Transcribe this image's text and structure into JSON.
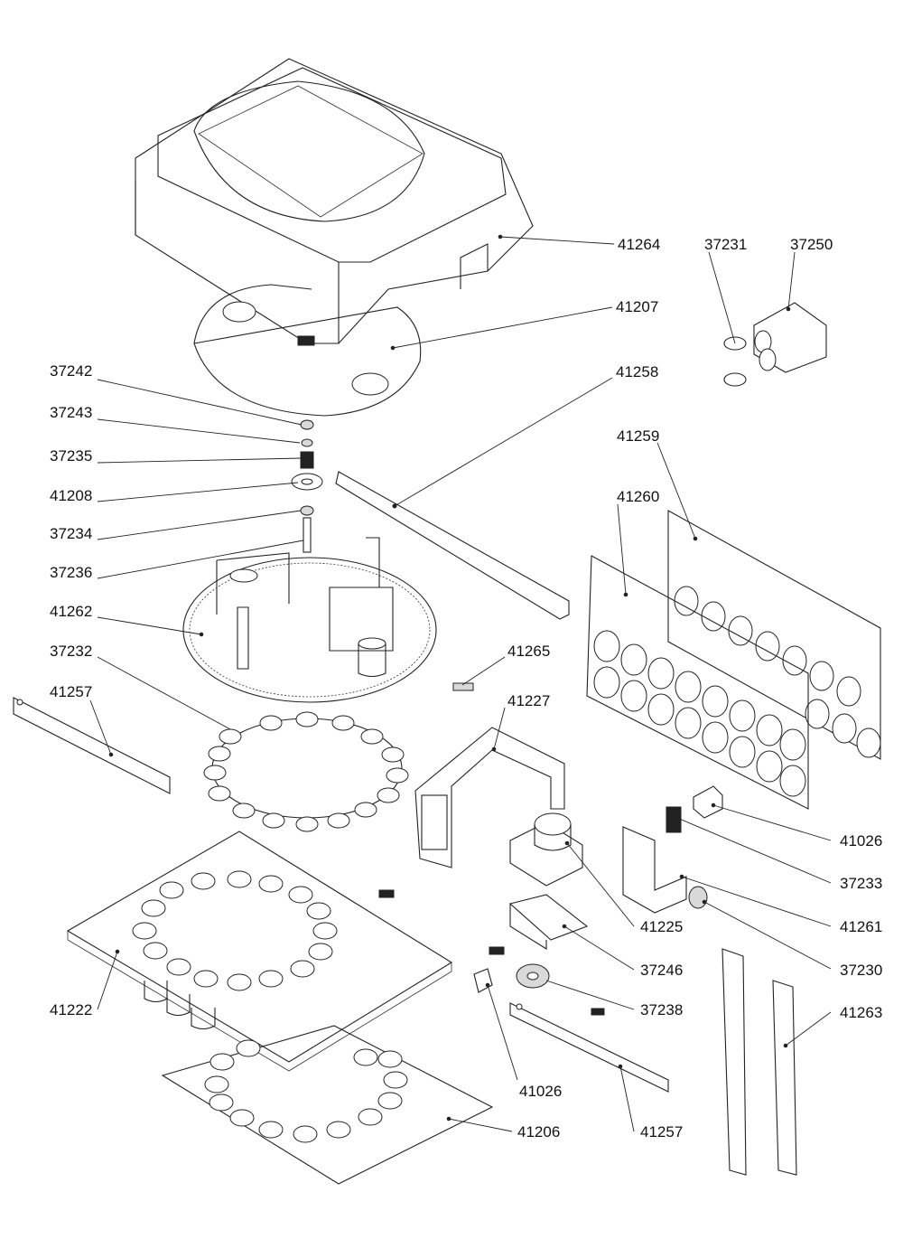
{
  "diagram": {
    "labels": {
      "p41264": "41264",
      "p37231": "37231",
      "p37250": "37250",
      "p41207": "41207",
      "p37242": "37242",
      "p41258": "41258",
      "p37243": "37243",
      "p41259": "41259",
      "p37235": "37235",
      "p41208": "41208",
      "p41260": "41260",
      "p37234": "37234",
      "p37236": "37236",
      "p41262": "41262",
      "p37232": "37232",
      "p41265": "41265",
      "p41257a": "41257",
      "p41227": "41227",
      "p41026a": "41026",
      "p37233": "37233",
      "p41225": "41225",
      "p41261": "41261",
      "p37246": "37246",
      "p37230": "37230",
      "p41222": "41222",
      "p37238": "37238",
      "p41263": "41263",
      "p41026b": "41026",
      "p41206": "41206",
      "p41257b": "41257"
    }
  }
}
